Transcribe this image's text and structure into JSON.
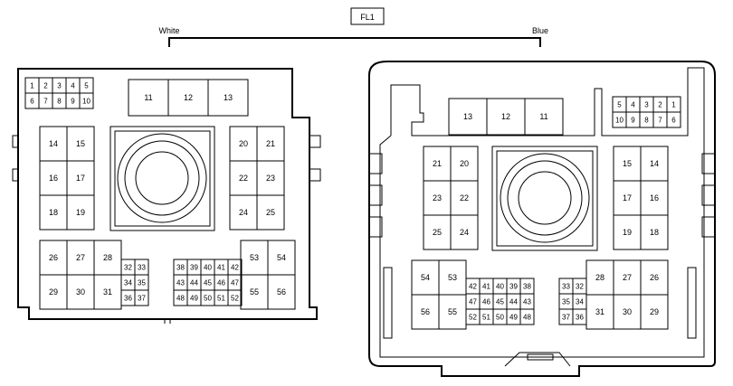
{
  "title": "FL1",
  "connector_labels": {
    "left": "White",
    "right": "Blue"
  },
  "left_block": {
    "small_top_row1": [
      "1",
      "2",
      "3",
      "4",
      "5"
    ],
    "small_top_row2": [
      "6",
      "7",
      "8",
      "9",
      "10"
    ],
    "relays_top": [
      "11",
      "12",
      "13"
    ],
    "left_grid": [
      [
        "14",
        "15"
      ],
      [
        "16",
        "17"
      ],
      [
        "18",
        "19"
      ]
    ],
    "right_grid": [
      [
        "20",
        "21"
      ],
      [
        "22",
        "23"
      ],
      [
        "24",
        "25"
      ]
    ],
    "bottom_left_large": [
      [
        "26",
        "27",
        "28"
      ],
      [
        "29",
        "30",
        "31"
      ]
    ],
    "bottom_left_small": [
      [
        "32",
        "33"
      ],
      [
        "34",
        "35"
      ],
      [
        "36",
        "37"
      ]
    ],
    "bottom_mid_small": [
      [
        "38",
        "39",
        "40",
        "41",
        "42"
      ],
      [
        "43",
        "44",
        "45",
        "46",
        "47"
      ],
      [
        "48",
        "49",
        "50",
        "51",
        "52"
      ]
    ],
    "bottom_right_large": [
      [
        "53",
        "54"
      ],
      [
        "55",
        "56"
      ]
    ]
  },
  "right_block": {
    "relays_top": [
      "13",
      "12",
      "11"
    ],
    "small_top_row1": [
      "5",
      "4",
      "3",
      "2",
      "1"
    ],
    "small_top_row2": [
      "10",
      "9",
      "8",
      "7",
      "6"
    ],
    "left_grid": [
      [
        "21",
        "20"
      ],
      [
        "23",
        "22"
      ],
      [
        "25",
        "24"
      ]
    ],
    "right_grid": [
      [
        "15",
        "14"
      ],
      [
        "17",
        "16"
      ],
      [
        "19",
        "18"
      ]
    ],
    "bottom_left_large": [
      [
        "54",
        "53"
      ],
      [
        "56",
        "55"
      ]
    ],
    "bottom_mid_small": [
      [
        "42",
        "41",
        "40",
        "39",
        "38"
      ],
      [
        "47",
        "46",
        "45",
        "44",
        "43"
      ],
      [
        "52",
        "51",
        "50",
        "49",
        "48"
      ]
    ],
    "bottom_right_small": [
      [
        "33",
        "32"
      ],
      [
        "35",
        "34"
      ],
      [
        "37",
        "36"
      ]
    ],
    "bottom_right_large": [
      [
        "28",
        "27",
        "26"
      ],
      [
        "31",
        "30",
        "29"
      ]
    ]
  }
}
